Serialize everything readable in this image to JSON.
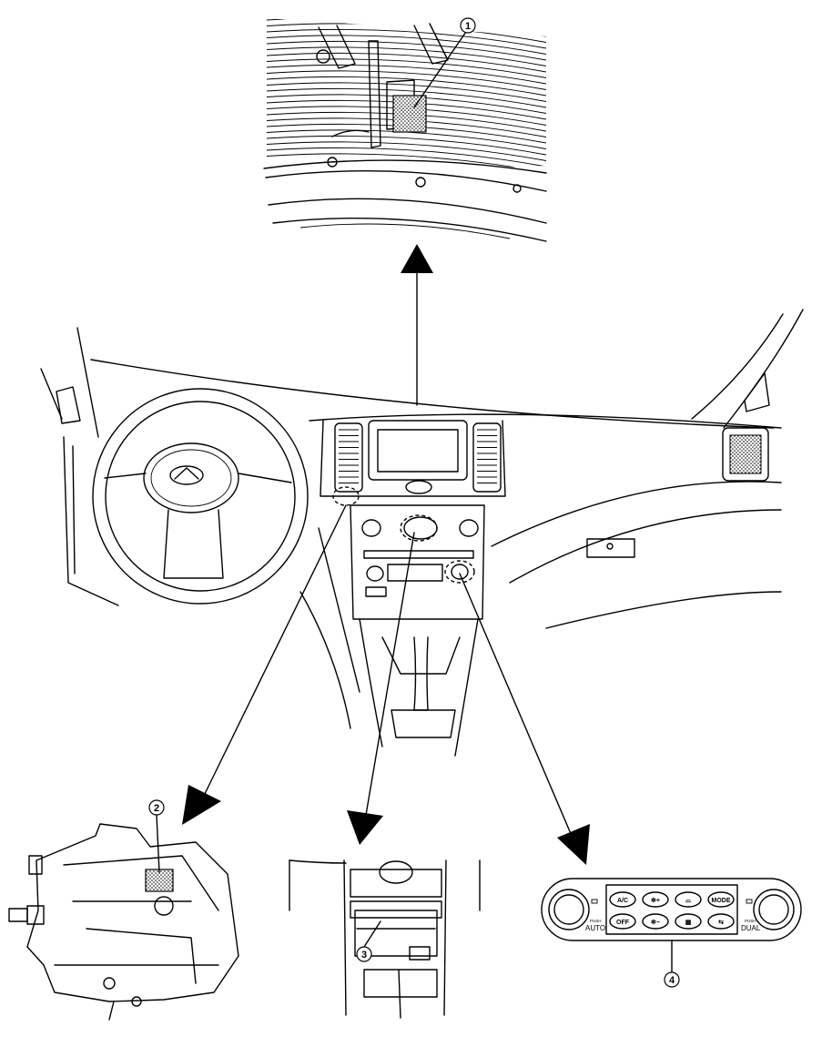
{
  "callouts": {
    "c1": "1",
    "c2": "2",
    "c3": "3",
    "c4": "4"
  },
  "control_panel": {
    "buttons": [
      "A/C",
      "OFF",
      "MODE"
    ],
    "auto_push": "PUSH",
    "auto_label": "AUTO",
    "dual_push": "PUSH",
    "dual_label": "DUAL"
  }
}
